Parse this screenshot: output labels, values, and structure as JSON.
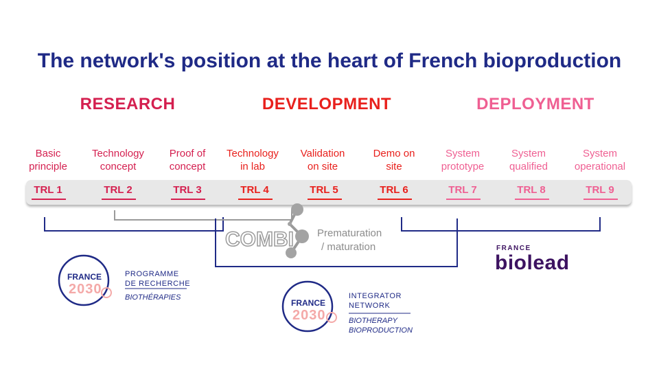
{
  "title": "The network's position at the heart of French bioproduction",
  "colors": {
    "title": "#1f2a86",
    "research": "#d41f4f",
    "development": "#e8201c",
    "deployment": "#ef5f92",
    "bracket": "#1f2a86",
    "bar": "#e8e8e8",
    "biolead": "#3d1361"
  },
  "phases": [
    {
      "label": "RESEARCH"
    },
    {
      "label": "DEVELOPMENT"
    },
    {
      "label": "DEPLOYMENT"
    }
  ],
  "steps": [
    {
      "line1": "Basic",
      "line2": "principle",
      "trl": "TRL 1"
    },
    {
      "line1": "Technology",
      "line2": "concept",
      "trl": "TRL 2"
    },
    {
      "line1": "Proof of",
      "line2": "concept",
      "trl": "TRL 3"
    },
    {
      "line1": "Technology",
      "line2": "in lab",
      "trl": "TRL 4"
    },
    {
      "line1": "Validation",
      "line2": "on site",
      "trl": "TRL 5"
    },
    {
      "line1": "Demo on",
      "line2": "site",
      "trl": "TRL 6"
    },
    {
      "line1": "System",
      "line2": "prototype",
      "trl": "TRL 7"
    },
    {
      "line1": "System",
      "line2": "qualified",
      "trl": "TRL 8"
    },
    {
      "line1": "System",
      "line2": "operational",
      "trl": "TRL 9"
    }
  ],
  "combi": {
    "brand": "COMBI",
    "line1": "Prematuration",
    "line2": "/ maturation"
  },
  "biolead": {
    "small": "FRANCE",
    "brand": "biolead"
  },
  "programme": {
    "france": "FRANCE",
    "year": "2030",
    "line1": "PROGRAMME",
    "line2": "DE RECHERCHE",
    "sub": "BIOTHÉRAPIES"
  },
  "integrator": {
    "france": "FRANCE",
    "year": "2030",
    "line1": "INTEGRATOR",
    "line2": "NETWORK",
    "sub1": "BIOTHERAPY",
    "sub2": "BIOPRODUCTION"
  }
}
